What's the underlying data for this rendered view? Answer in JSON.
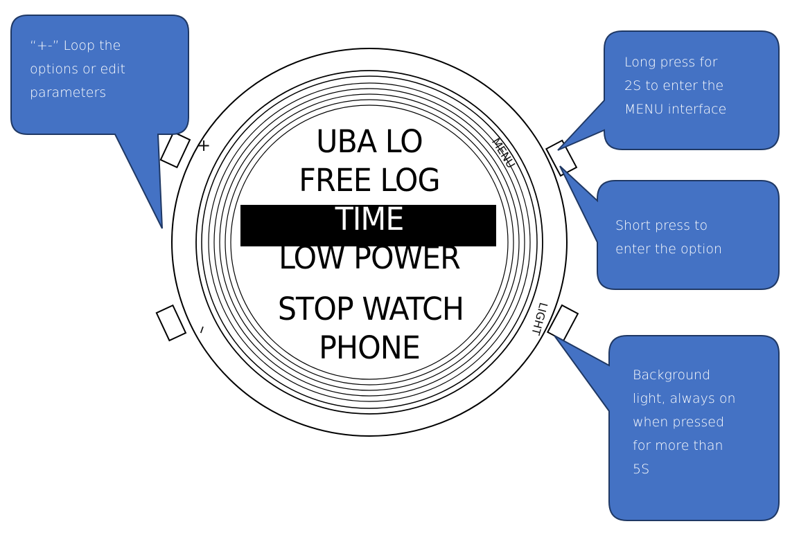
{
  "diagram": {
    "title": "Watch menu button guide",
    "colors": {
      "callout_fill": "#4472c4",
      "callout_border": "#1f3864",
      "screen_highlight": "#000000"
    }
  },
  "watch": {
    "buttons": {
      "plus": {
        "label": "+"
      },
      "minus": {
        "label": "–"
      },
      "menu": {
        "label": "MENU"
      },
      "light": {
        "label": "LIGHT"
      }
    },
    "menu_items": [
      {
        "label": "UBA  LO",
        "selected": false
      },
      {
        "label": "FREE  LOG",
        "selected": false
      },
      {
        "label": "TIME",
        "selected": true
      },
      {
        "label": "LOW  POWER",
        "selected": false
      },
      {
        "label": "STOP  WATCH",
        "selected": false
      },
      {
        "label": "PHONE",
        "selected": false
      }
    ]
  },
  "callouts": {
    "plus_minus": "“+-”  Loop the\noptions or edit\nparameters",
    "menu_long": "Long press for\n2S to enter the\nMENU interface",
    "menu_short": "Short press to\nenter the option",
    "light": "Background\nlight, always on\nwhen pressed\nfor more than\n5S"
  }
}
